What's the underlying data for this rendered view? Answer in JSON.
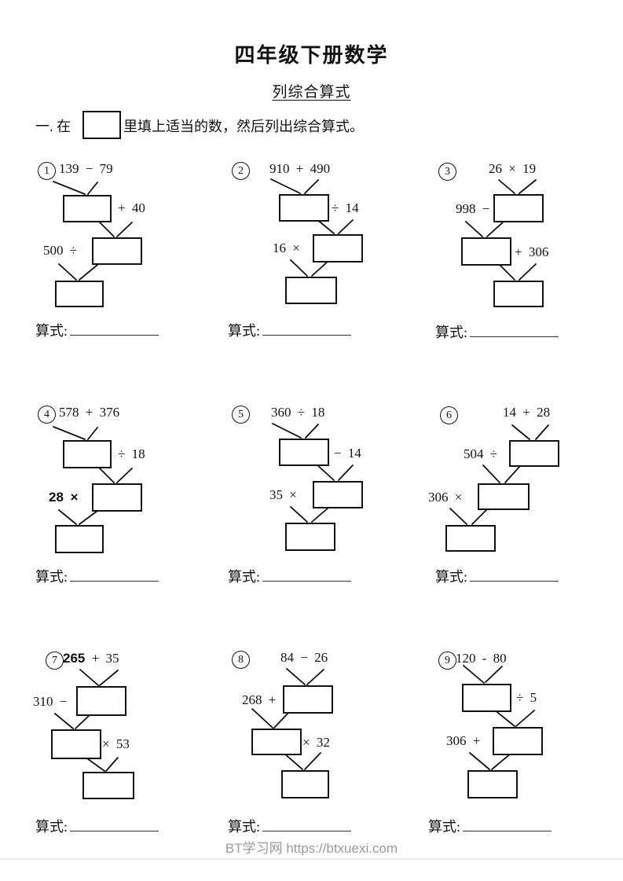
{
  "page": {
    "title": "四年级下册数学",
    "subtitle": "列综合算式",
    "instruction_prefix": "一. 在",
    "instruction_suffix": "里填上适当的数，然后列出综合算式。",
    "answer_label": "算式:",
    "footer_text": "BT学习网 https://btxuexi.com",
    "colors": {
      "ink": "#111111",
      "footer_gray": "#9a9a9a",
      "footer_line": "#ececec"
    }
  },
  "problems": [
    {
      "num": "1",
      "header_bold": "",
      "header": "139 − 79",
      "op1": "+ 40",
      "op2": "500 ÷"
    },
    {
      "num": "2",
      "header_bold": "",
      "header": "910 + 490",
      "op1": "÷ 14",
      "op2": "16 ×"
    },
    {
      "num": "3",
      "header_bold": "",
      "header": "26 × 19",
      "op1": "998 −",
      "op2": "+ 306"
    },
    {
      "num": "4",
      "header_bold": "",
      "header": "578 + 376",
      "op1": "÷ 18",
      "op2": "28 ×"
    },
    {
      "num": "5",
      "header_bold": "",
      "header": "360 ÷ 18",
      "op1": "− 14",
      "op2": "35 ×"
    },
    {
      "num": "6",
      "header_bold": "",
      "header": "14 + 28",
      "op1": "504 ÷",
      "op2": "306 ×"
    },
    {
      "num": "7",
      "header_bold": "265",
      "header": " + 35",
      "op1": "310 −",
      "op2": "× 53"
    },
    {
      "num": "8",
      "header_bold": "",
      "header": "84 − 26",
      "op1": "268 +",
      "op2": "× 32"
    },
    {
      "num": "9",
      "header_bold": "",
      "header": "120 - 80",
      "op1": "÷ 5",
      "op2": "306 +"
    }
  ]
}
